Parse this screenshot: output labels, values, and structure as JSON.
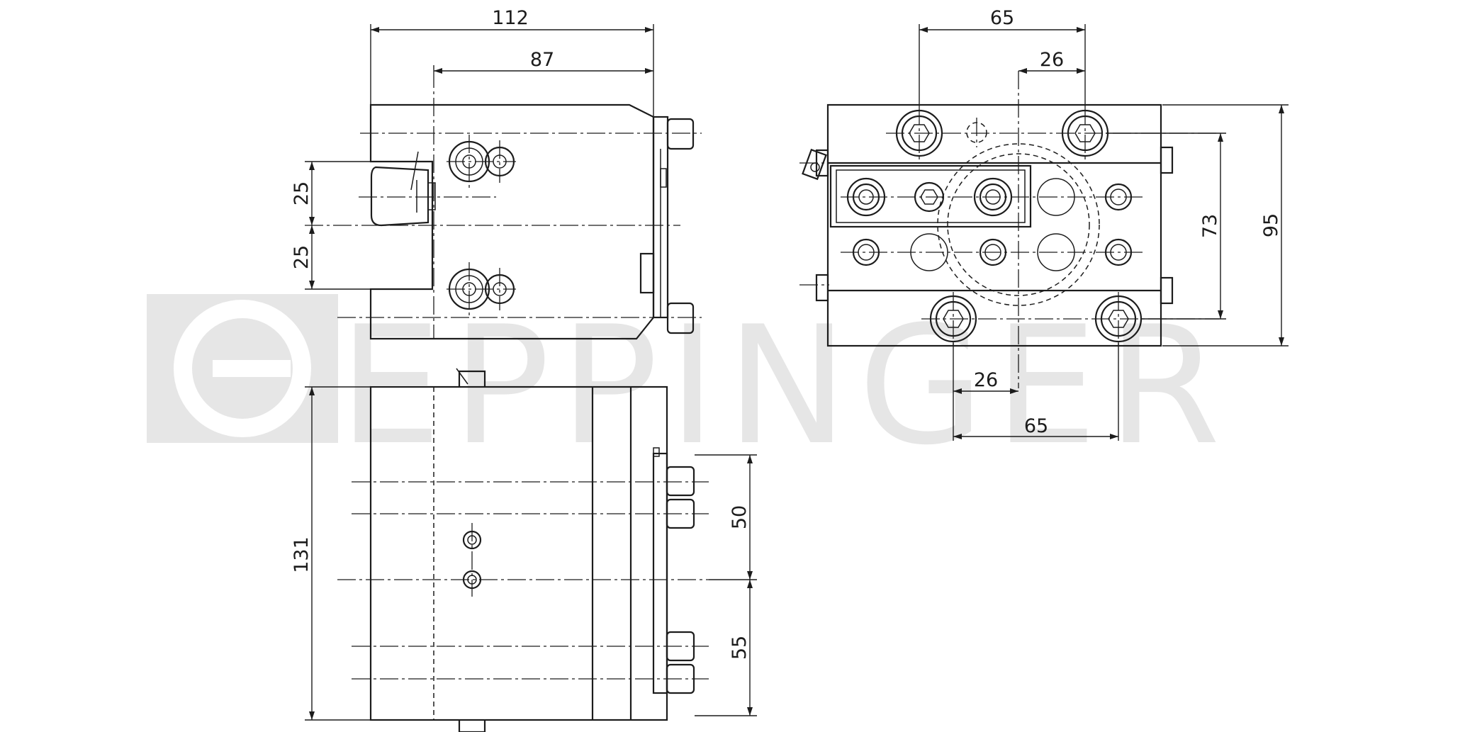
{
  "watermark": {
    "brand": "EPPINGER",
    "color": "#e6e6e6"
  },
  "dimensions": {
    "front_width_overall": "112",
    "front_width_to_center": "87",
    "front_height_upper": "25",
    "front_height_lower": "25",
    "side_pattern_width_top": "65",
    "side_offset_top": "26",
    "side_pattern_height": "73",
    "side_height_overall": "95",
    "side_offset_bottom": "26",
    "side_pattern_width_bottom": "65",
    "bottom_height_overall": "131",
    "bottom_pin_spacing_upper": "50",
    "bottom_pin_spacing_lower": "55"
  }
}
